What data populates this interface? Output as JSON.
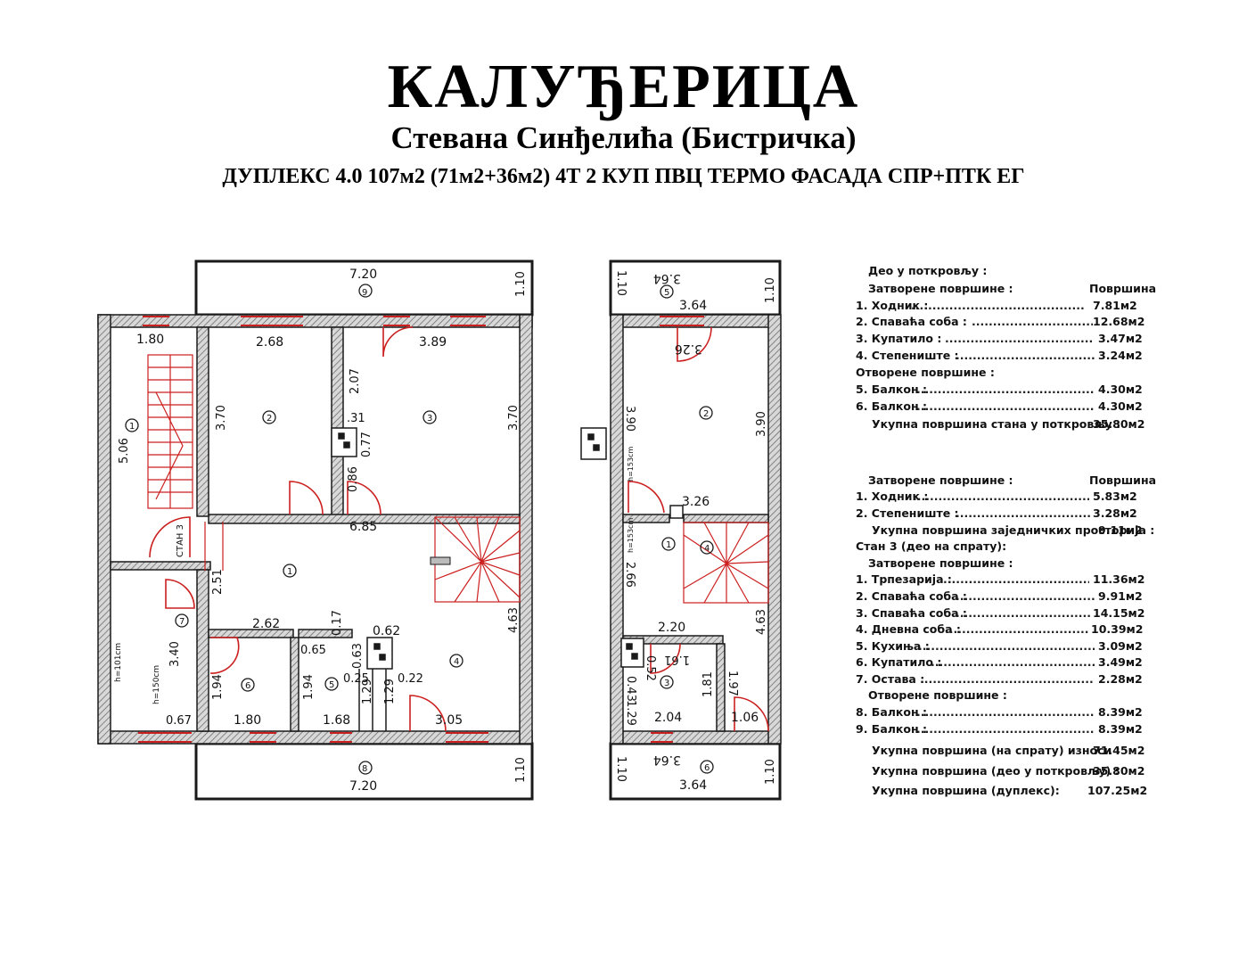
{
  "header": {
    "title": "КАЛУЂЕРИЦА",
    "subtitle": "Стевана Синђелића  (Бистричка)",
    "spec": "ДУПЛЕКС  4.0  107м2  (71м2+36м2)  4Т  2 КУП  ПВЦ  ТЕРМО ФАСАДА  СПР+ПТК  ЕГ"
  },
  "colors": {
    "wall": "#9a9a9a",
    "outline": "#1a1a1a",
    "red": "#cc1f1f"
  },
  "lower_floor": {
    "dims": {
      "balcony_top_w": "7.20",
      "balcony_top_h": "1.10",
      "balcony_top_no": "9",
      "d180": "1.80",
      "d268": "2.68",
      "d389": "3.89",
      "d207": "2.07",
      "d370a": "3.70",
      "d370b": "3.70",
      "d506": "5.06",
      "d031": ".31",
      "d077": "0.77",
      "d086": "0.86",
      "d685": "6.85",
      "d251": "2.51",
      "d262": "2.62",
      "d017": "0.17",
      "d062": "0.62",
      "d065": "0.65",
      "d063": "0.63",
      "d340": "3.40",
      "d194a": "1.94",
      "d194b": "1.94",
      "d025": "0.25",
      "d129a": "1.29",
      "d129b": "1.29",
      "d022": "0.22",
      "d463": "4.63",
      "d067": "0.67",
      "d180b": "1.80",
      "d168": "1.68",
      "d305": "3.05",
      "balcony_bot_w": "7.20",
      "balcony_bot_h": "1.10",
      "balcony_bot_no": "8",
      "h101": "h=101cm",
      "h150": "h=150cm",
      "stan3": "СТАН 3"
    },
    "rooms": [
      "1",
      "2",
      "3",
      "1",
      "4",
      "5",
      "6",
      "7"
    ]
  },
  "upper_floor": {
    "dims": {
      "top_w": "3.64",
      "top_h_l": "1.10",
      "top_h_r": "1.10",
      "top_no": "5",
      "top_w2": "3.64",
      "d326": "3.26",
      "d390a": "3.90",
      "d390b": "3.90",
      "h153a": "h=153cm",
      "d326b": "3.26",
      "h153b": "h=153cm",
      "d266": "2.66",
      "d463": "4.63",
      "d220": "2.20",
      "d161": "1.61",
      "d052": "0.52",
      "d043": "0.43",
      "d181": "1.81",
      "d197": "1.97",
      "d129": "1.29",
      "d204": "2.04",
      "d106": "1.06",
      "bot_w": "3.64",
      "bot_h_l": "1.10",
      "bot_h_r": "1.10",
      "bot_no": "6",
      "bot_w2": "3.64"
    },
    "rooms": [
      "2",
      "1",
      "4",
      "3"
    ]
  },
  "schedule_attic": {
    "heading": "Део у поткровљу :",
    "closed": "Затворене површине :",
    "col": "Површина",
    "rows": [
      {
        "label": "1. Ходник :",
        "value": "7.81м2"
      },
      {
        "label": "2. Спаваћа соба :",
        "value": "12.68м2"
      },
      {
        "label": "3. Купатило :",
        "value": "3.47м2"
      },
      {
        "label": "4. Степениште :",
        "value": "3.24м2"
      }
    ],
    "open": "Отворене површине :",
    "open_rows": [
      {
        "label": "5. Балкон :",
        "value": "4.30м2"
      },
      {
        "label": "6. Балкон :",
        "value": "4.30м2"
      }
    ],
    "total_label": "Укупна површина стана у поткровљу :",
    "total_value": "35.80м2"
  },
  "schedule_common": {
    "closed": "Затворене површине :",
    "col": "Површина",
    "rows": [
      {
        "label": "1. Ходник :",
        "value": "5.83м2"
      },
      {
        "label": "2. Степениште :",
        "value": "3.28м2"
      }
    ],
    "total_label": "Укупна површина заједничких просторија :",
    "total_value": "9.11м2"
  },
  "schedule_floor": {
    "heading": "Стан 3 (део на спрату):",
    "closed": "Затворене површине :",
    "rows": [
      {
        "label": "1. Трпезарија :",
        "value": "11.36м2"
      },
      {
        "label": "2. Спаваћа соба :",
        "value": "9.91м2"
      },
      {
        "label": "3. Спаваћа соба :",
        "value": "14.15м2"
      },
      {
        "label": "4. Дневна соба :",
        "value": "10.39м2"
      },
      {
        "label": "5. Кухиња :",
        "value": "3.09м2"
      },
      {
        "label": "6. Купатило :",
        "value": "3.49м2"
      },
      {
        "label": "7. Остава :",
        "value": "2.28м2"
      }
    ],
    "open": "Отворене површине :",
    "open_rows": [
      {
        "label": "8. Балкон :",
        "value": "8.39м2"
      },
      {
        "label": "9. Балкон :",
        "value": "8.39м2"
      }
    ],
    "totals": [
      {
        "label": "Укупна површина (на спрату) износи :",
        "value": "71.45м2"
      },
      {
        "label": "Укупна површина (део у поткровљу) :",
        "value": "35.80м2"
      },
      {
        "label": "Укупна површина (дуплекс):",
        "value": "107.25м2"
      }
    ]
  }
}
